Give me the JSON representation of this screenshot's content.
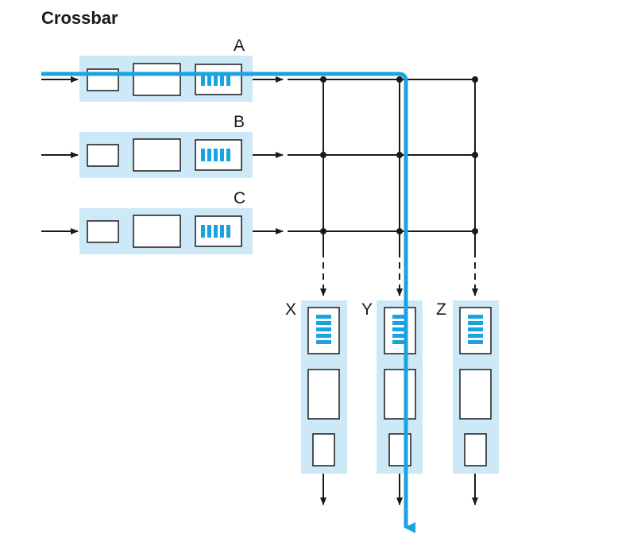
{
  "title": "Crossbar",
  "input_ports": [
    {
      "label": "A"
    },
    {
      "label": "B"
    },
    {
      "label": "C"
    }
  ],
  "output_ports": [
    {
      "label": "X"
    },
    {
      "label": "Y"
    },
    {
      "label": "Z"
    }
  ],
  "colors": {
    "highlight_path": "#1aa3e0",
    "port_fill": "#cde9f7",
    "queue_bars": "#1aa3e0",
    "line": "#1a1a1a"
  }
}
